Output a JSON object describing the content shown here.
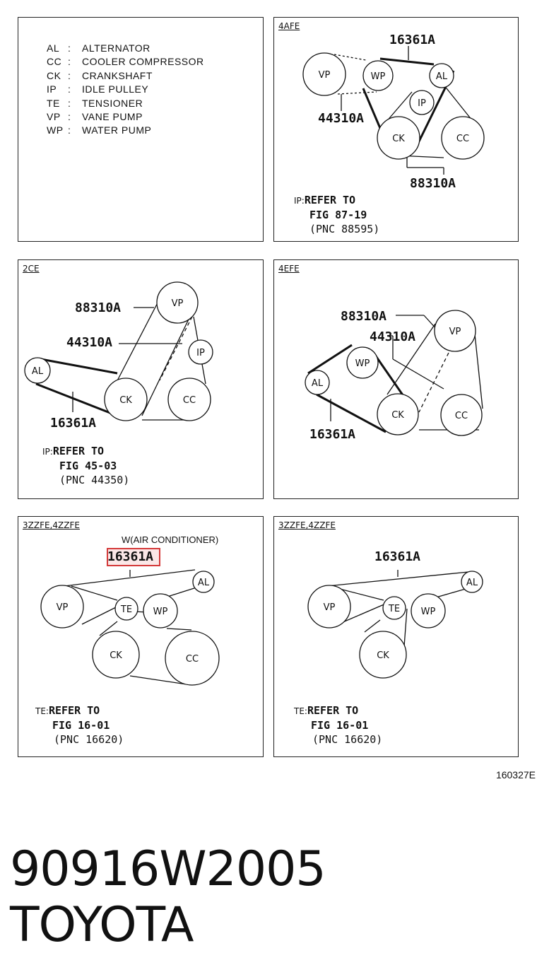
{
  "legend": [
    {
      "abbr": "AL",
      "name": "ALTERNATOR"
    },
    {
      "abbr": "CC",
      "name": "COOLER COMPRESSOR"
    },
    {
      "abbr": "CK",
      "name": "CRANKSHAFT"
    },
    {
      "abbr": "IP",
      "name": "IDLE PULLEY"
    },
    {
      "abbr": "TE",
      "name": "TENSIONER"
    },
    {
      "abbr": "VP",
      "name": "VANE PUMP"
    },
    {
      "abbr": "WP",
      "name": "WATER PUMP"
    }
  ],
  "legend_colon": ":",
  "pulleys": {
    "vp": "VP",
    "wp": "WP",
    "al": "AL",
    "ip": "IP",
    "ck": "CK",
    "cc": "CC",
    "te": "TE"
  },
  "panels": {
    "p4afe": {
      "engine": "4AFE",
      "codes": {
        "c1": "16361A",
        "c2": "44310A",
        "c3": "88310A"
      },
      "ref": {
        "prefix": "IP:",
        "line1": "REFER TO",
        "line2": "FIG 87-19",
        "line3": "(PNC 88595)"
      }
    },
    "p2ce": {
      "engine": "2CE",
      "codes": {
        "c1": "88310A",
        "c2": "44310A",
        "c3": "16361A"
      },
      "ref": {
        "prefix": "IP:",
        "line1": "REFER TO",
        "line2": "FIG 45-03",
        "line3": "(PNC 44350)"
      }
    },
    "p4efe": {
      "engine": "4EFE",
      "codes": {
        "c1": "88310A",
        "c2": "44310A",
        "c3": "16361A"
      }
    },
    "p3zz_a": {
      "engine": "3ZZFE,4ZZFE",
      "note": "W(AIR CONDITIONER)",
      "codes": {
        "c1": "16361A"
      },
      "ref": {
        "prefix": "TE:",
        "line1": "REFER TO",
        "line2": "FIG 16-01",
        "line3": "(PNC 16620)"
      }
    },
    "p3zz_b": {
      "engine": "3ZZFE,4ZZFE",
      "codes": {
        "c1": "16361A"
      },
      "ref": {
        "prefix": "TE:",
        "line1": "REFER TO",
        "line2": "FIG 16-01",
        "line3": "(PNC 16620)"
      }
    }
  },
  "figure_id": "160327E",
  "footer": {
    "part_number": "90916W2005",
    "brand": "TOYOTA"
  },
  "highlight_color": "#d43a3a"
}
